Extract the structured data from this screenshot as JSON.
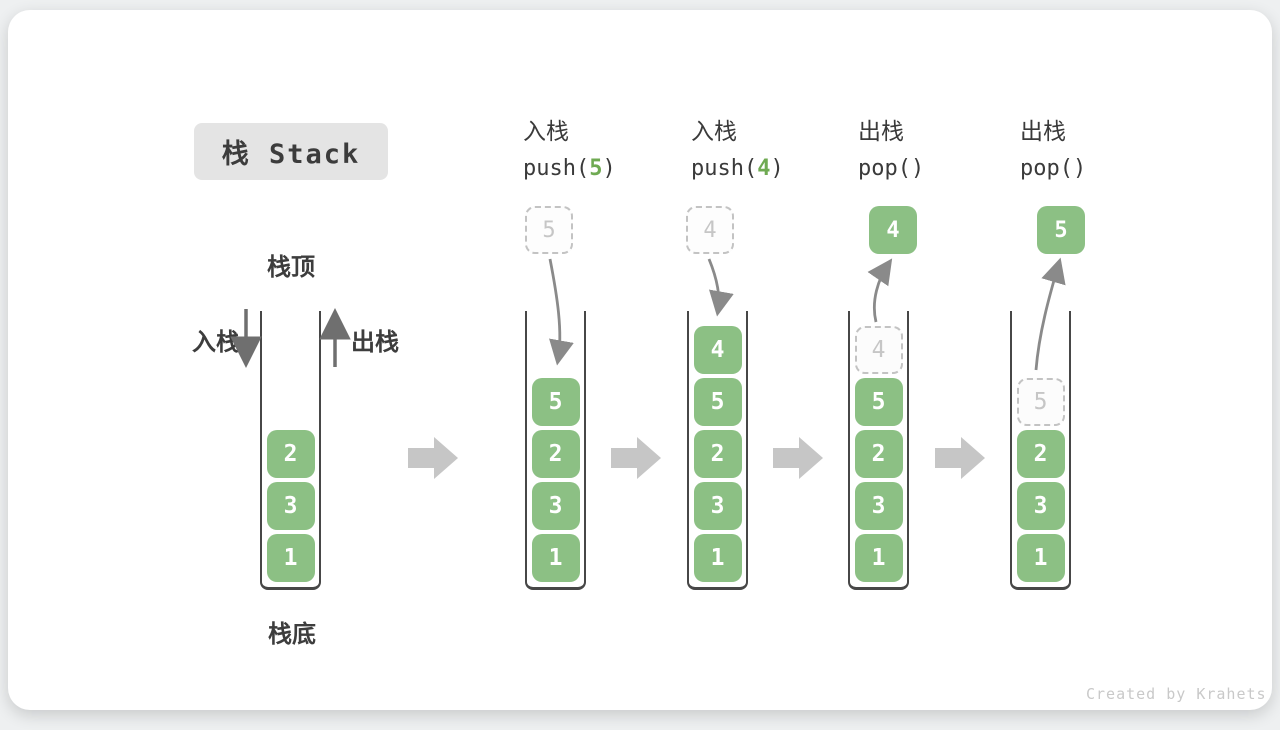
{
  "title": "栈 Stack",
  "labels": {
    "stack_top": "栈顶",
    "stack_bottom": "栈底",
    "push": "入栈",
    "pop": "出栈"
  },
  "steps": [
    {
      "name": "入栈",
      "code_prefix": "push(",
      "arg": "5",
      "code_suffix": ")",
      "box": {
        "style": "dashed",
        "value": "5"
      }
    },
    {
      "name": "入栈",
      "code_prefix": "push(",
      "arg": "4",
      "code_suffix": ")",
      "box": {
        "style": "dashed",
        "value": "4"
      }
    },
    {
      "name": "出栈",
      "code_prefix": "pop(",
      "arg": "",
      "code_suffix": ")",
      "box": {
        "style": "solid",
        "value": "4"
      }
    },
    {
      "name": "出栈",
      "code_prefix": "pop(",
      "arg": "",
      "code_suffix": ")",
      "box": {
        "style": "solid",
        "value": "5"
      }
    }
  ],
  "stacks": [
    {
      "ghost": null,
      "blocks": [
        "2",
        "3",
        "1"
      ]
    },
    {
      "ghost": null,
      "blocks": [
        "5",
        "2",
        "3",
        "1"
      ]
    },
    {
      "ghost": null,
      "blocks": [
        "4",
        "5",
        "2",
        "3",
        "1"
      ]
    },
    {
      "ghost": "4",
      "blocks": [
        "5",
        "2",
        "3",
        "1"
      ]
    },
    {
      "ghost": "5",
      "blocks": [
        "2",
        "3",
        "1"
      ]
    }
  ],
  "watermark": "Created by Krahets",
  "colors": {
    "block_green": "#8CC084",
    "code_arg_green": "#6FAA52",
    "title_box_bg": "#E4E4E4",
    "text_dark": "#3A3A3A",
    "ghost_gray": "#C3C3C3",
    "flow_arrow_gray": "#C6C6C6",
    "curve_arrow_gray": "#8A8A8A"
  }
}
